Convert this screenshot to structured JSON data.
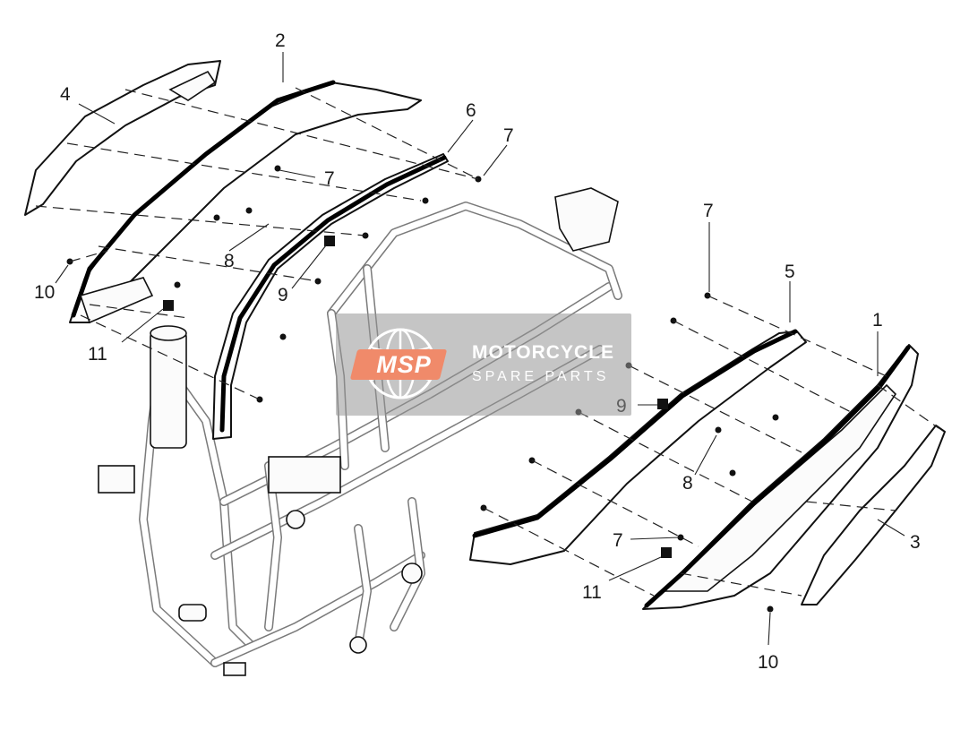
{
  "callouts": {
    "n2": "2",
    "n4": "4",
    "n6": "6",
    "n7a": "7",
    "n7b": "7",
    "n7c": "7",
    "n7d": "7",
    "n8a": "8",
    "n8b": "8",
    "n9a": "9",
    "n9b": "9",
    "n10a": "10",
    "n10b": "10",
    "n11a": "11",
    "n11b": "11",
    "n1": "1",
    "n3": "3",
    "n5": "5"
  },
  "watermark": {
    "badge": "MSP",
    "title": "MOTORCYCLE",
    "subtitle": "SPARE PARTS"
  },
  "colors": {
    "line": "#111111",
    "frame": "#7a7a7a",
    "watermark_badge": "#f08a6a"
  }
}
